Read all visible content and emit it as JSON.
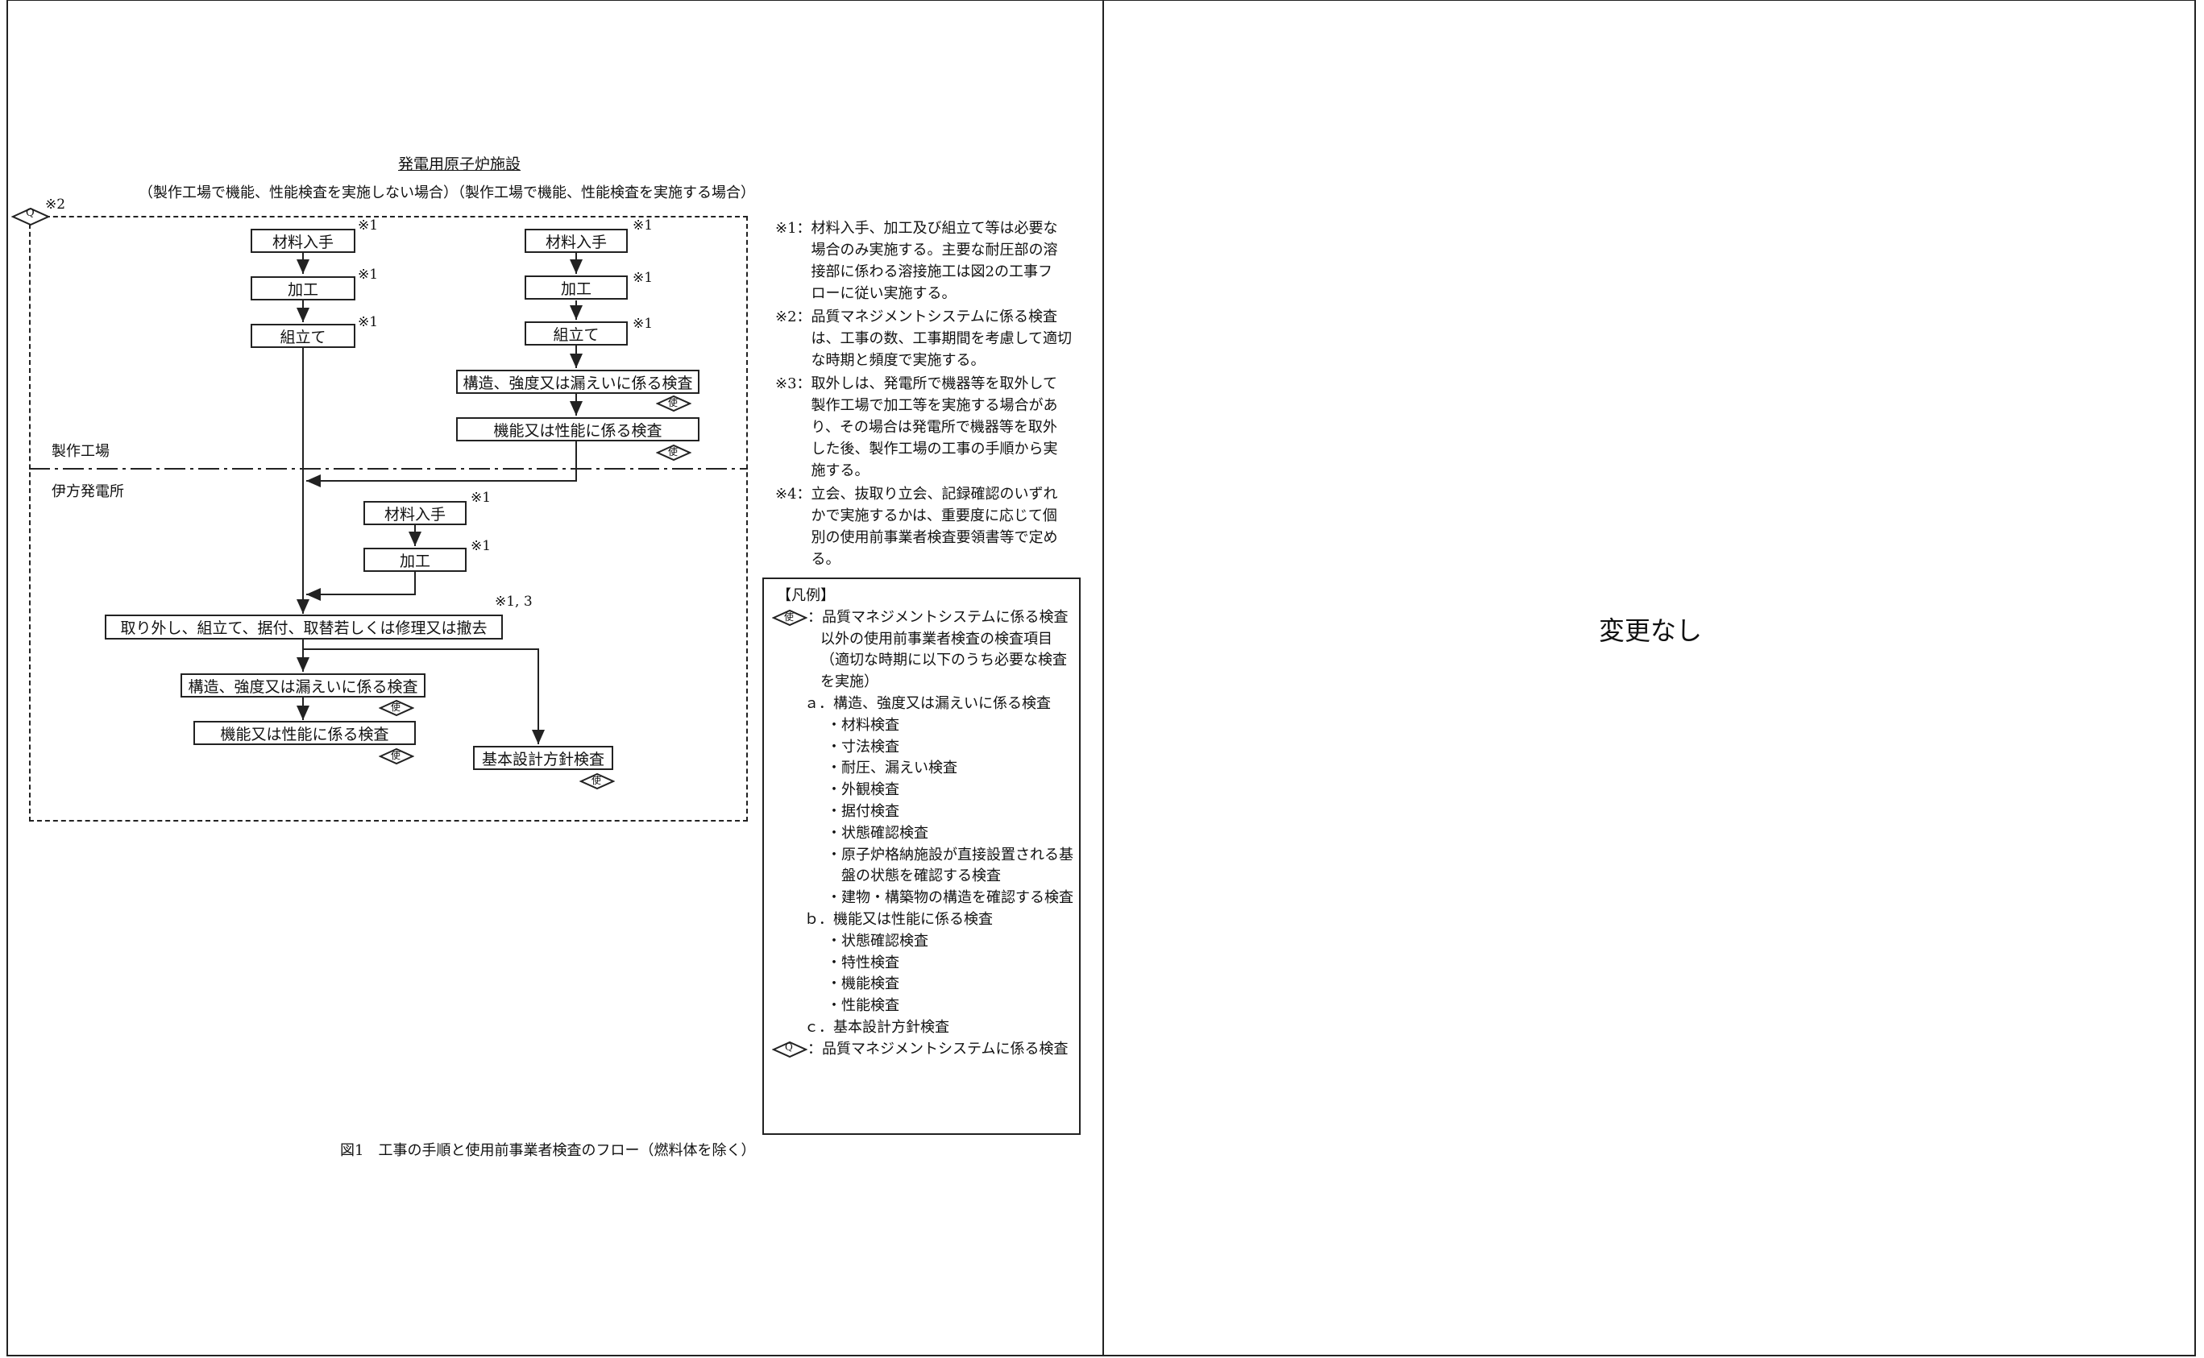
{
  "left_panel": {
    "title": "発電用原子炉施設",
    "subtitle": "（製作工場で機能、性能検査を実施しない場合）（製作工場で機能、性能検査を実施する場合）",
    "region_labels": {
      "factory": "製作工場",
      "plant": "伊方発電所"
    },
    "q_symbol": "Q",
    "use_symbol": "使",
    "mark_1": "※1",
    "mark_2": "※2",
    "mark_13": "※1, 3",
    "flow_left": {
      "material": "材料入手",
      "processing": "加工",
      "assembly": "組立て"
    },
    "flow_right": {
      "material": "材料入手",
      "processing": "加工",
      "assembly": "組立て",
      "structure_inspection": "構造、強度又は漏えいに係る検査",
      "function_inspection": "機能又は性能に係る検査"
    },
    "flow_plant": {
      "material": "材料入手",
      "processing": "加工",
      "work": "取り外し、組立て、据付、取替若しくは修理又は撤去",
      "structure_inspection": "構造、強度又は漏えいに係る検査",
      "function_inspection": "機能又は性能に係る検査",
      "design_policy_inspection": "基本設計方針検査"
    },
    "notes": [
      {
        "mark": "※1：",
        "lines": [
          "材料入手、加工及び組立て等は必要な",
          "場合のみ実施する。主要な耐圧部の溶",
          "接部に係わる溶接施工は図2の工事フ",
          "ローに従い実施する。"
        ]
      },
      {
        "mark": "※2：",
        "lines": [
          "品質マネジメントシステムに係る検査",
          "は、工事の数、工事期間を考慮して適切",
          "な時期と頻度で実施する。"
        ]
      },
      {
        "mark": "※3：",
        "lines": [
          "取外しは、発電所で機器等を取外して",
          "製作工場で加工等を実施する場合があ",
          "り、その場合は発電所で機器等を取外",
          "した後、製作工場の工事の手順から実",
          "施する。"
        ]
      },
      {
        "mark": "※4：",
        "lines": [
          "立会、抜取り立会、記録確認のいずれ",
          "かで実施するかは、重要度に応じて個",
          "別の使用前事業者検査要領書等で定め",
          "る。"
        ]
      }
    ],
    "legend": {
      "title": "【凡例】",
      "use_desc": [
        "：品質マネジメントシステムに係る検査",
        "以外の使用前事業者検査の検査項目",
        "（適切な時期に以下のうち必要な検査",
        "を実施）"
      ],
      "a_title": "ａ．構造、強度又は漏えいに係る検査",
      "a_items": [
        "・材料検査",
        "・寸法検査",
        "・耐圧、漏えい検査",
        "・外観検査",
        "・据付検査",
        "・状態確認検査",
        "・原子炉格納施設が直接設置される基",
        "盤の状態を確認する検査",
        "・建物・構築物の構造を確認する検査"
      ],
      "b_title": "ｂ．機能又は性能に係る検査",
      "b_items": [
        "・状態確認検査",
        "・特性検査",
        "・機能検査",
        "・性能検査"
      ],
      "c_title": "ｃ．基本設計方針検査",
      "q_desc": "：品質マネジメントシステムに係る検査"
    },
    "caption": "図1　工事の手順と使用前事業者検査のフロー（燃料体を除く）"
  },
  "right_panel": {
    "text": "変更なし"
  }
}
